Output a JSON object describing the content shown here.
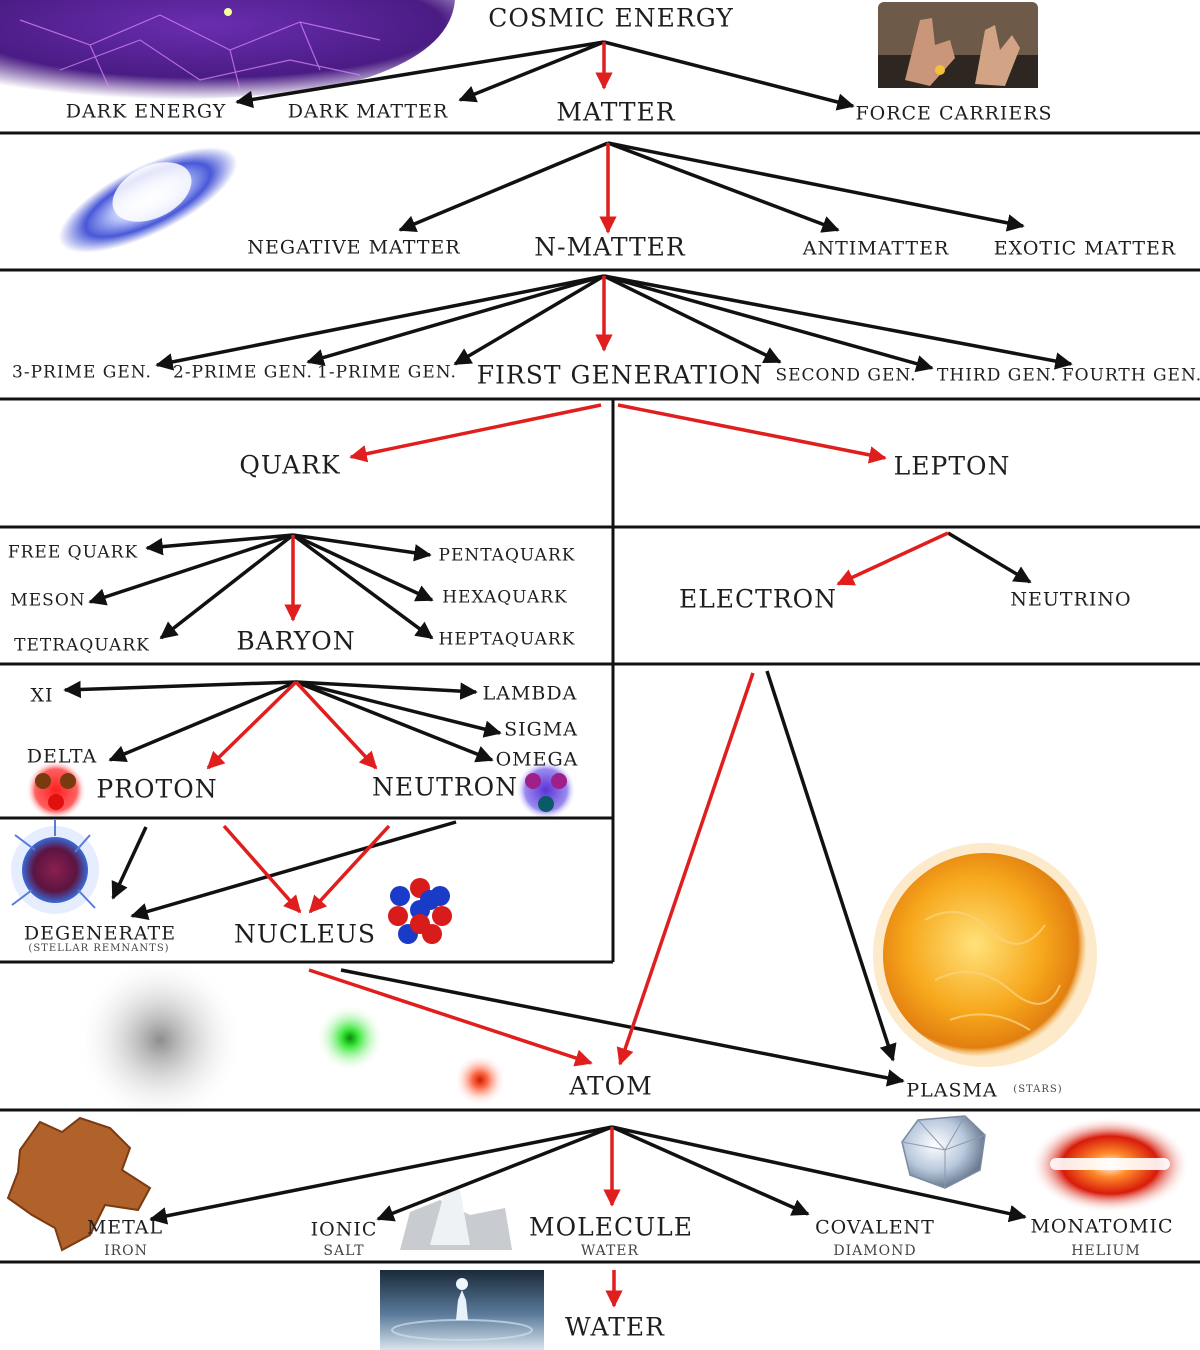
{
  "diagram": {
    "colors": {
      "primary_path": "#e01e1e",
      "branch": "#111111",
      "divider": "#111111"
    },
    "nodes": {
      "cosmic_energy": "COSMIC ENERGY",
      "dark_energy": "DARK ENERGY",
      "dark_matter": "DARK MATTER",
      "matter": "MATTER",
      "force_carriers": "FORCE CARRIERS",
      "negative_matter": "NEGATIVE MATTER",
      "n_matter": "N-MATTER",
      "antimatter": "ANTIMATTER",
      "exotic_matter": "EXOTIC MATTER",
      "three_prime_gen": "3-PRIME GEN.",
      "two_prime_gen": "2-PRIME GEN.",
      "one_prime_gen": "1-PRIME GEN.",
      "first_generation": "FIRST GENERATION",
      "second_gen": "SECOND GEN.",
      "third_gen": "THIRD GEN.",
      "fourth_gen": "FOURTH GEN.",
      "quark": "QUARK",
      "lepton": "LEPTON",
      "free_quark": "FREE QUARK",
      "meson": "MESON",
      "tetraquark": "TETRAQUARK",
      "baryon": "BARYON",
      "pentaquark": "PENTAQUARK",
      "hexaquark": "HEXAQUARK",
      "heptaquark": "HEPTAQUARK",
      "electron": "ELECTRON",
      "neutrino": "NEUTRINO",
      "xi": "XI",
      "lambda": "LAMBDA",
      "sigma": "SIGMA",
      "omega": "OMEGA",
      "delta": "DELTA",
      "proton": "PROTON",
      "neutron": "NEUTRON",
      "degenerate": "DEGENERATE",
      "degenerate_note": "(STELLAR REMNANTS)",
      "nucleus": "NUCLEUS",
      "atom": "ATOM",
      "plasma": "PLASMA",
      "plasma_note": "(STARS)",
      "metal": "METAL",
      "metal_example": "IRON",
      "ionic": "IONIC",
      "ionic_example": "SALT",
      "molecule": "MOLECULE",
      "molecule_example": "WATER",
      "covalent": "COVALENT",
      "covalent_example": "DIAMOND",
      "monatomic": "MONATOMIC",
      "monatomic_example": "HELIUM",
      "water": "WATER"
    },
    "images": [
      "cosmic-web-image",
      "hands-image",
      "galaxy-image",
      "proton-quarks-image",
      "neutron-quarks-image",
      "neutron-star-image",
      "nucleus-image",
      "sun-image",
      "gray-atom-image",
      "green-atom-image",
      "red-atom-image",
      "copper-image",
      "salt-crystal-image",
      "diamond-image",
      "helium-glow-image",
      "water-drop-image"
    ]
  }
}
